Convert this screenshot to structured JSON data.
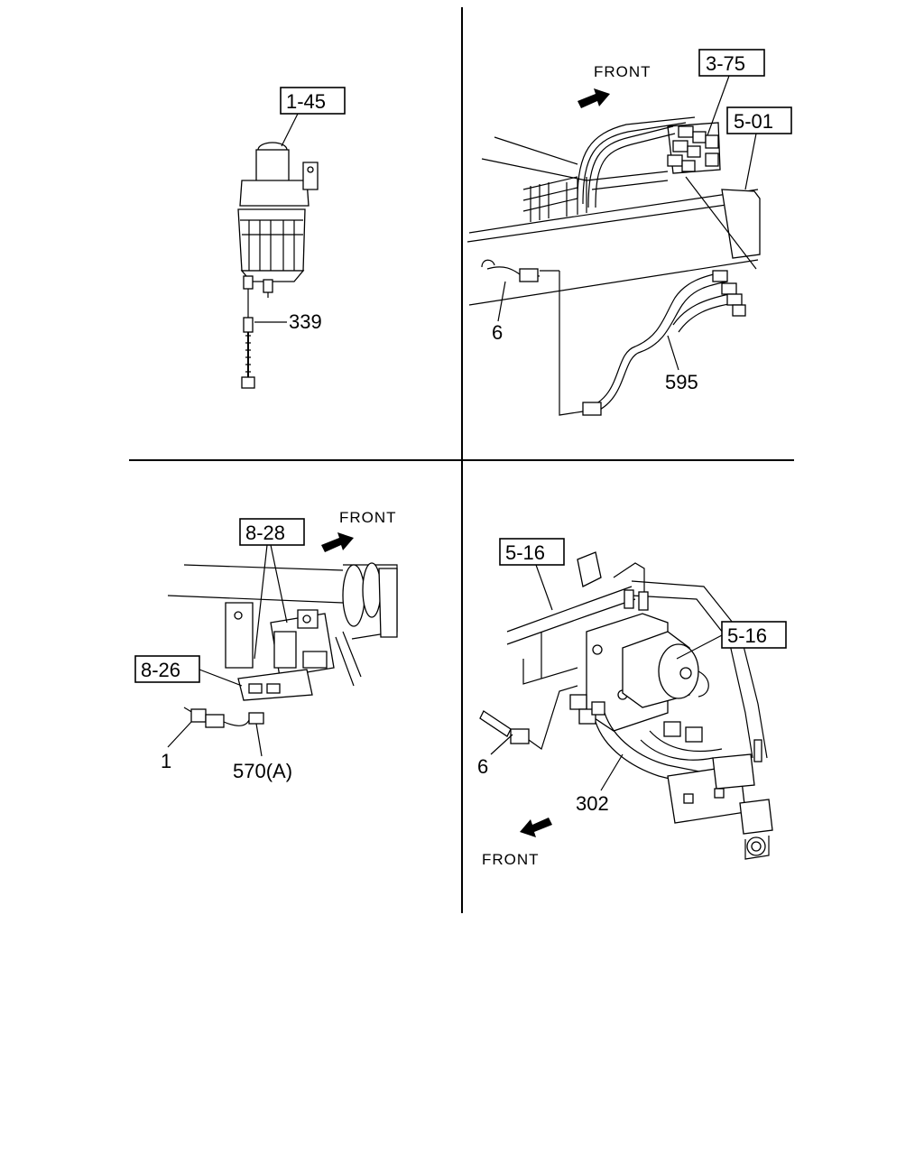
{
  "refs": {
    "q1_box": "1-45",
    "q1_part": "339",
    "q2_box_a": "3-75",
    "q2_box_b": "5-01",
    "q2_part_a": "6",
    "q2_part_b": "595",
    "q2_front": "FRONT",
    "q3_box_a": "8-28",
    "q3_box_b": "8-26",
    "q3_part_a": "1",
    "q3_part_b": "570(A)",
    "q3_front": "FRONT",
    "q4_box_a": "5-16",
    "q4_box_b": "5-16",
    "q4_part_a": "6",
    "q4_part_b": "302",
    "q4_front": "FRONT"
  }
}
